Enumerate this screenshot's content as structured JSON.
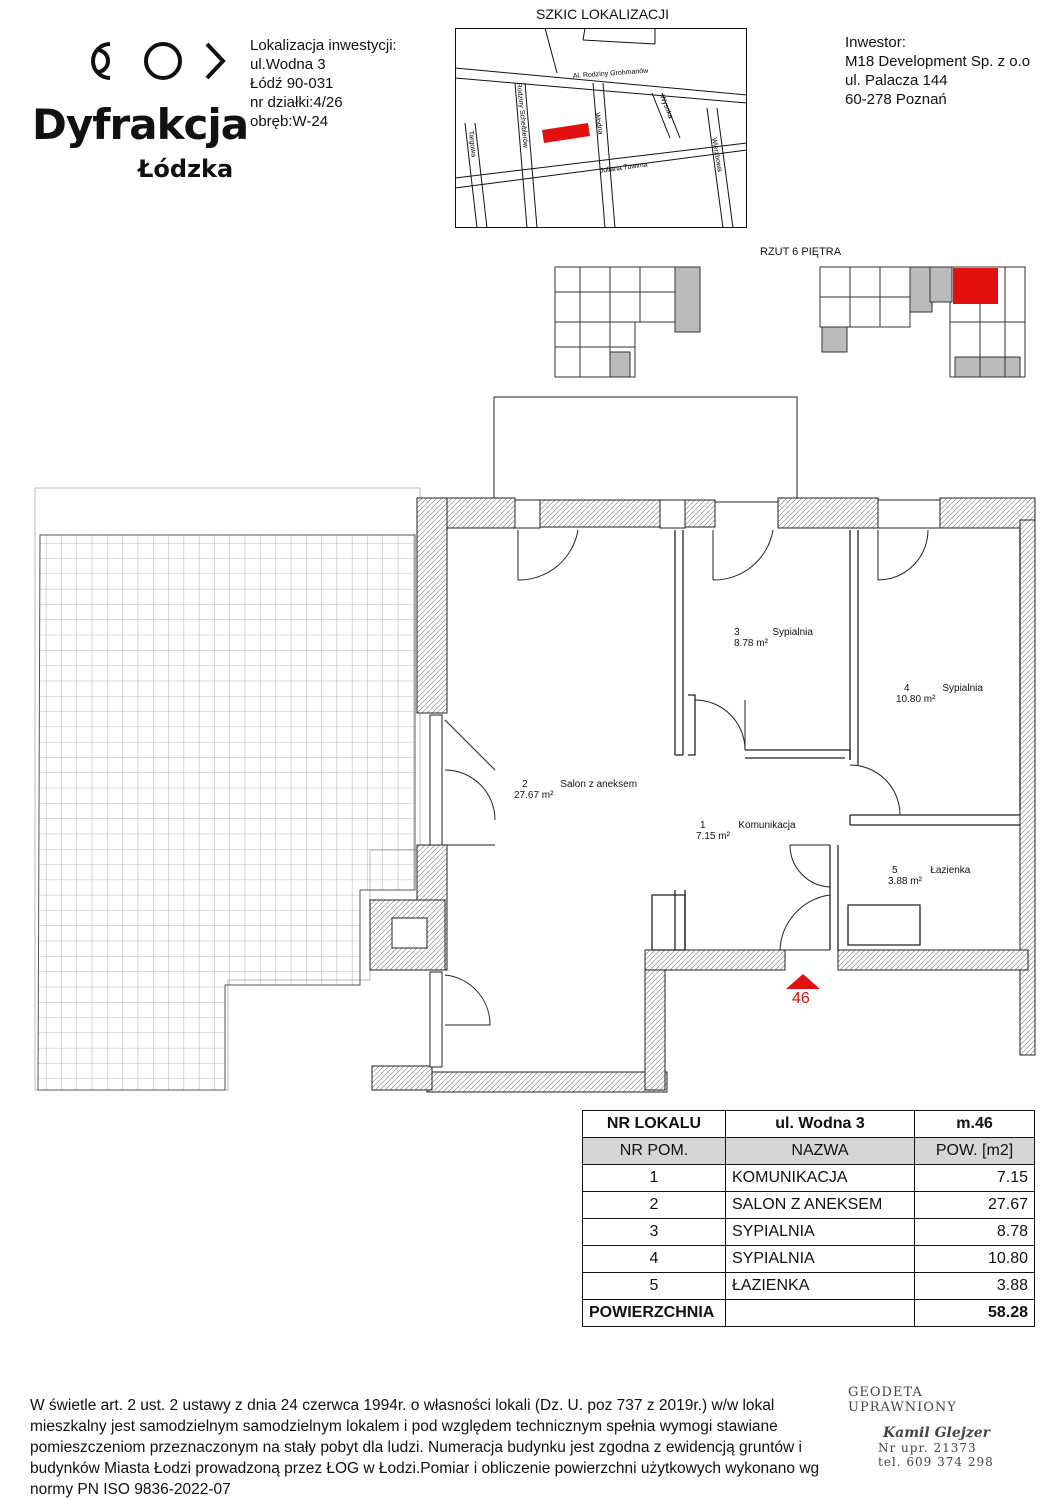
{
  "brand": {
    "title": "Dyfrakcja",
    "subtitle": "Łódzka"
  },
  "location": {
    "lines": [
      "Lokalizacja inwestycji:",
      "ul.Wodna 3",
      "Łódź 90-031",
      "nr działki:4/26",
      "obręb:W-24"
    ]
  },
  "investor": {
    "lines": [
      "Inwestor:",
      "M18 Development Sp. z o.o",
      "ul. Palacza 144",
      "60-278 Poznań"
    ]
  },
  "map": {
    "title": "SZKIC LOKALIZACJI",
    "streets": {
      "grohmanow": "Al. Rodziny Grohmanów",
      "scheiblerow": "Rodziny Scheiblerów",
      "wodna": "Wodna",
      "wysoka": "Wysoka",
      "targowa": "Targowa",
      "tuwima": "Juliana Tuwima",
      "wierzbowa": "Wierzbowa"
    }
  },
  "floor_key": {
    "title": "RZUT 6 PIĘTRA"
  },
  "rooms_plan": [
    {
      "num": "3",
      "name": "Sypialnia",
      "area": "8.78 m²"
    },
    {
      "num": "4",
      "name": "Sypialnia",
      "area": "10.80 m²"
    },
    {
      "num": "2",
      "name": "Salon z aneksem",
      "area": "27.67 m²"
    },
    {
      "num": "1",
      "name": "Komunikacja",
      "area": "7.15 m²"
    },
    {
      "num": "5",
      "name": "Łazienka",
      "area": "3.88 m²"
    }
  ],
  "unit_number": "46",
  "table": {
    "header": {
      "col1": "NR LOKALU",
      "col2": "ul. Wodna 3",
      "col3": "m.46"
    },
    "subheader": {
      "col1": "NR POM.",
      "col2": "NAZWA",
      "col3": "POW. [m2]"
    },
    "rows": [
      {
        "nr": "1",
        "name": "KOMUNIKACJA",
        "area": "7.15"
      },
      {
        "nr": "2",
        "name": "SALON Z ANEKSEM",
        "area": "27.67"
      },
      {
        "nr": "3",
        "name": "SYPIALNIA",
        "area": "8.78"
      },
      {
        "nr": "4",
        "name": "SYPIALNIA",
        "area": "10.80"
      },
      {
        "nr": "5",
        "name": "ŁAZIENKA",
        "area": "3.88"
      }
    ],
    "total": {
      "label": "POWIERZCHNIA",
      "value": "58.28"
    }
  },
  "footer": {
    "text": "W świetle art. 2 ust. 2 ustawy z dnia 24 czerwca 1994r. o własności lokali (Dz. U. poz 737 z 2019r.) w/w lokal mieszkalny jest samodzielnym samodzielnym lokalem i pod względem technicznym spełnia wymogi stawiane pomieszczeniom przeznaczonym na stały pobyt  dla ludzi.  Numeracja budynku jest zgodna z ewidencją gruntów i budynków Miasta Łodzi prowadzoną przez ŁOG w Łodzi.Pomiar i obliczenie powierzchni użytkowych wykonano wg normy PN ISO 9836-2022-07"
  },
  "stamp": {
    "title": "GEODETA UPRAWNIONY",
    "name": "Kamil Glejzer",
    "license": "Nr upr. 21373",
    "phone": "tel. 609 374 298"
  },
  "colors": {
    "highlight": "#e41010",
    "ink": "#111111",
    "table_header_bg": "#d6d6d6"
  }
}
